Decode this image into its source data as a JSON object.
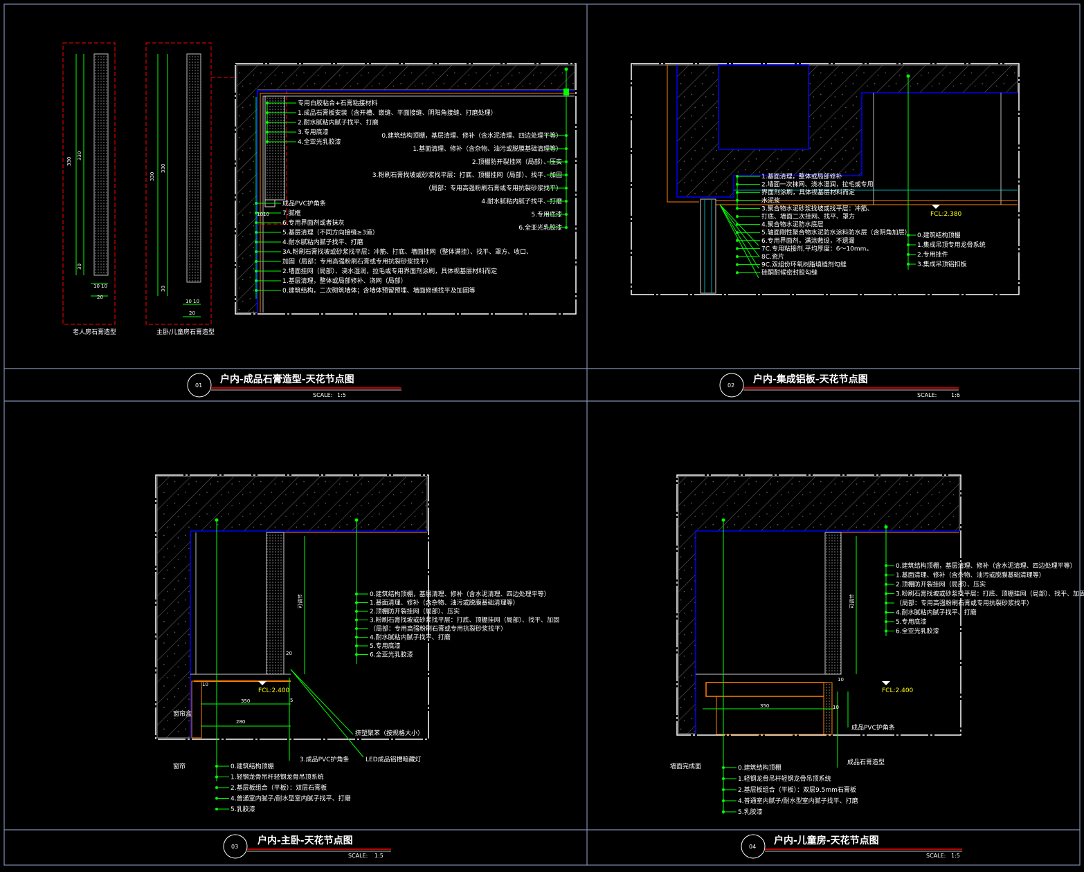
{
  "colors": {
    "background": "#000000",
    "frame": "#7f8fb0",
    "leader": "#00ff00",
    "structure": "#0000ff",
    "finish": "#ff7f00",
    "section_red": "#ff0000",
    "fcl": "#ffff00",
    "text": "#ffffff"
  },
  "panels": [
    {
      "id": "p1",
      "number": "01",
      "title": "户内-成品石膏造型-天花节点图",
      "scale_label": "SCALE:",
      "scale_value": "1:5",
      "profile_captions": [
        "老人房石膏造型",
        "主卧/儿童房石膏造型"
      ],
      "profile_dims": [
        "330",
        "330",
        "330",
        "330",
        "30",
        "30",
        "10",
        "10",
        "10",
        "10",
        "20",
        "20"
      ],
      "notes_top": [
        "专用白胶粘合+石膏粘接材料",
        "1.成品石膏板安装（含开槽、嵌缝、平面接缝、阴阳角接缝、打磨处理）",
        "2.耐水腻粘内腻子找平、打磨",
        "3.专用底漆",
        "4.全亚光乳胶漆"
      ],
      "notes_right": [
        "0.建筑结构顶棚，基层清理、修补（含水泥清理、四边处理平等）",
        "1.基面清理、修补（含杂物、油污或脱膜基础清理等）",
        "2.顶棚防开裂挂网（局部）、压实",
        "3.粉刷石膏找坡或砂浆找平层：打底、顶棚挂网（局部）、找平、加固",
        "（局部：专用高强粉刷石膏或专用抗裂砂浆找平）",
        "4.耐水腻粘内腻子找平、打磨",
        "5.专用底漆",
        "6.全亚光乳胶漆"
      ],
      "notes_bottom": [
        "成品PVC护角条",
        "7.腻框",
        "6.专用界面剂或者抹灰",
        "5.基层清理（不同方向接缝≥3道）",
        "4.耐水腻粘内腻子找平、打磨",
        "3A.粉刷石膏找坡或砂浆找平层：冲筋、打底、墙面挂网（整体满挂）、找平、罩方、收口、",
        "加固（局部：专用高强粉刷石膏或专用抗裂砂浆找平）",
        "2.墙面挂网（局部）、浇水湿润，拉毛或专用界面剂涂刷，具体视基层材料而定",
        "1.基层清理，整体或局部修补、浇网（局部）",
        "0.建筑结构，二次砌筑墙体；含墙体预留预埋、墙面修缮找平及加固等"
      ],
      "dims": [
        "10",
        "10"
      ]
    },
    {
      "id": "p2",
      "number": "02",
      "title": "户内-集成铝板-天花节点图",
      "scale_label": "SCALE:",
      "scale_value": "1:6",
      "fcl": "FCL:2.380",
      "notes_left": [
        "1.基面清理，整体或局部修补",
        "2.墙面一次抹网、浇水湿润，拉毛或专用",
        "界面剂涂刷，具体视基层材料而定",
        "水泥浆",
        "3.聚合物水泥砂浆找坡或找平层：冲筋、",
        "打底、墙面二次挂网、找平、罩方",
        "4.聚合物水泥防水底层",
        "5.轴面刚性聚合物水泥防水涂料防水层（含阴角加层）",
        "6.专用界面剂，满涂敷设，不遗漏",
        "7C.专用粘接剂,平均厚度：6～10mm。",
        "8C.瓷片",
        "9C.双组份环氧树脂填缝剂勾缝",
        "硅酮耐候密封胶勾缝"
      ],
      "notes_right": [
        "0.建筑结构顶棚",
        "1.集成吊顶专用龙骨系统",
        "2.专用挂件",
        "3.集成吊顶铝扣板"
      ]
    },
    {
      "id": "p3",
      "number": "03",
      "title": "户内-主卧-天花节点图",
      "scale_label": "SCALE:",
      "scale_value": "1:5",
      "fcl": "FCL:2.400",
      "notes_right": [
        "0.建筑结构顶棚，基层清理、修补（含水泥清理、四边处理平等）",
        "1.基面清理、修补（含杂物、油污或脱膜基础清理等）",
        "2.顶棚防开裂挂网（局部）、压实",
        "3.粉刷石膏找坡或砂浆找平层：打底、顶棚挂网（局部）、找平、加固",
        "（局部：专用高强粉刷石膏或专用抗裂砂浆找平）",
        "4.耐水腻粘内腻子找平、打磨",
        "5.专用底漆",
        "6.全亚光乳胶漆"
      ],
      "notes_bottom": [
        "0.建筑结构顶棚",
        "1.轻钢龙骨吊杆轻钢龙骨吊顶系统",
        "2.基层板组合（平板）：双层石膏板",
        "4.普通室内腻子/耐水型室内腻子找平、打磨",
        "5.乳胶漆"
      ],
      "labels": [
        "窗帘盒",
        "窗帘",
        "3.成品PVC护角条",
        "LED成品铝槽暗藏灯",
        "挤塑聚苯（按规格大小）"
      ],
      "dims": [
        "20",
        "10",
        "5",
        "350",
        "280",
        "可调节"
      ]
    },
    {
      "id": "p4",
      "number": "04",
      "title": "户内-儿童房-天花节点图",
      "scale_label": "SCALE:",
      "scale_value": "1:5",
      "fcl": "FCL:2.400",
      "notes_right": [
        "0.建筑结构顶棚，基层清理、修补（含水泥清理、四边处理平等）",
        "1.基面清理、修补（含杂物、油污或脱膜基础清理等）",
        "2.顶棚防开裂挂网（局部）、压实",
        "3.粉刷石膏找坡或砂浆找平层：打底、顶棚挂网（局部）、找平、加固",
        "（局部：专用高强粉刷石膏或专用抗裂砂浆找平）",
        "4.耐水腻粘内腻子找平、打磨",
        "5.专用底漆",
        "6.全亚光乳胶漆"
      ],
      "notes_bottom": [
        "0.建筑结构顶棚",
        "1.轻钢龙骨吊杆轻钢龙骨吊顶系统",
        "2.基层板组合（平板）：双层9.5mm石膏板",
        "4.普通室内腻子/耐水型室内腻子找平、打磨",
        "5.乳胶漆"
      ],
      "labels": [
        "墙面完成面",
        "成品PVC护角条",
        "成品石膏造型"
      ],
      "dims": [
        "350",
        "10",
        "10",
        "可调节"
      ]
    }
  ]
}
